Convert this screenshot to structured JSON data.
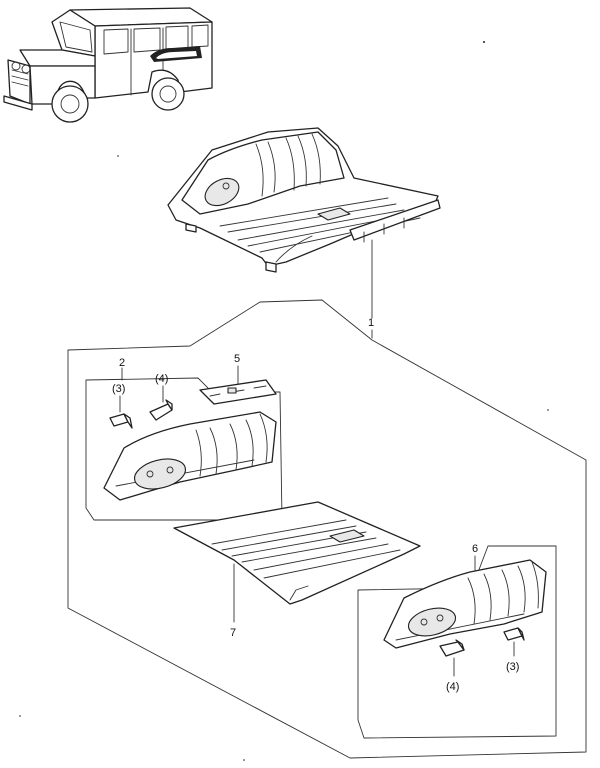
{
  "callouts": {
    "part1": "1",
    "part2": "2",
    "part3_left": "(3)",
    "part4_left": "(4)",
    "part5": "5",
    "part6": "6",
    "part7": "7",
    "part4_right": "(4)",
    "part3_right": "(3)"
  }
}
